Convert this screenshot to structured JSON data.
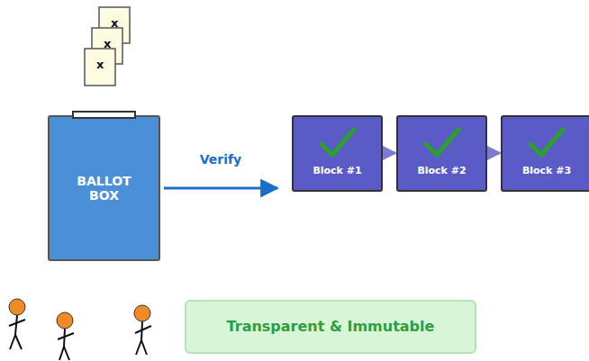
{
  "diagram": {
    "nodes": [
      {
        "text": [
          "BALLOT BOX"
        ]
      },
      {
        "text": [
          "Block #1"
        ]
      },
      {
        "text": [
          "Block #2"
        ]
      },
      {
        "text": [
          "Block #3"
        ]
      },
      {
        "text": [
          "Transparent & Immutable"
        ]
      }
    ],
    "edges": [
      {
        "from": 0,
        "to": 1,
        "label": "Verify",
        "arrow": "to"
      },
      {
        "from": 1,
        "to": 2,
        "arrow": "to"
      },
      {
        "from": 2,
        "to": 3,
        "arrow": "to"
      }
    ],
    "labels": [
      "x",
      "x",
      "x"
    ]
  }
}
